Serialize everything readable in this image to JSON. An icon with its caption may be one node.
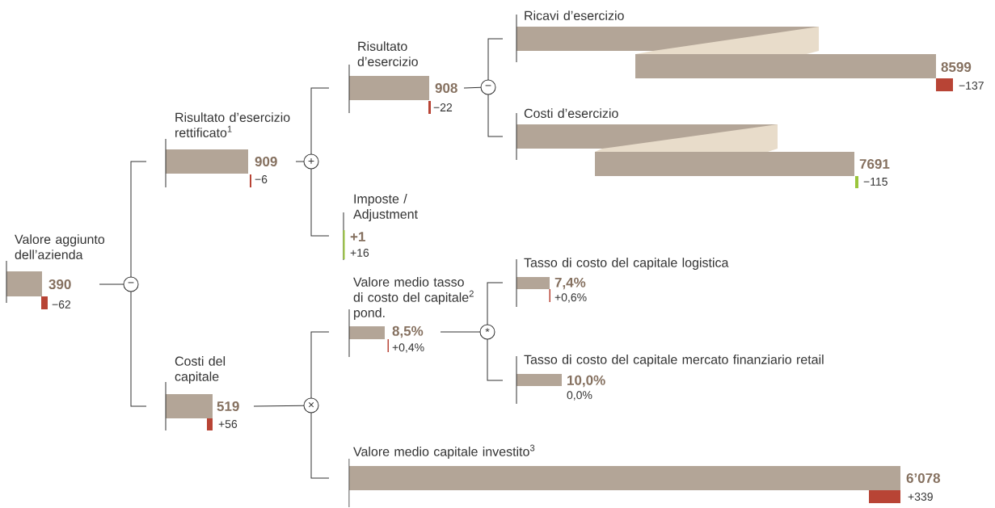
{
  "diagram": {
    "nodes": [
      {
        "text": [
          "Valore aggiunto dell’azienda",
          "390",
          "−62"
        ]
      },
      {
        "text": [
          "−"
        ]
      },
      {
        "text": [
          "Risultato d’esercizio rettificato$^{1}$",
          "909",
          "−6"
        ]
      },
      {
        "text": [
          "+"
        ]
      },
      {
        "text": [
          "Risultato d’esercizio",
          "908",
          "−22"
        ]
      },
      {
        "text": [
          "−"
        ]
      },
      {
        "text": [
          "Ricavi d’esercizio",
          "8599",
          "−137"
        ]
      },
      {
        "text": [
          "Costi d’esercizio",
          "7691",
          "−115"
        ]
      },
      {
        "text": [
          "Imposte / Adjustment",
          "+1",
          "+16"
        ]
      },
      {
        "text": [
          "Costi del capitale",
          "519",
          "+56"
        ]
      },
      {
        "text": [
          "×"
        ]
      },
      {
        "text": [
          "Valore medio tasso di costo del capitale$^{2}$ pond.",
          "8,5%",
          "+0,4%"
        ]
      },
      {
        "text": [
          "*"
        ]
      },
      {
        "text": [
          "Tasso di costo del capitale logistica",
          "7,4%",
          "+0,6%"
        ]
      },
      {
        "text": [
          "Tasso di costo del capitale mercato finanziario retail",
          "10,0%",
          "0,0%"
        ]
      },
      {
        "text": [
          "Valore medio capitale investito$^{3}$",
          "6’078",
          "+339"
        ]
      }
    ],
    "edges": [
      {
        "from": 0,
        "to": 1,
        "arrow": "none"
      },
      {
        "from": 1,
        "to": 2,
        "arrow": "none"
      },
      {
        "from": 1,
        "to": 9,
        "arrow": "none"
      },
      {
        "from": 2,
        "to": 3,
        "arrow": "none"
      },
      {
        "from": 3,
        "to": 4,
        "arrow": "none"
      },
      {
        "from": 3,
        "to": 8,
        "arrow": "none"
      },
      {
        "from": 4,
        "to": 5,
        "arrow": "none"
      },
      {
        "from": 5,
        "to": 6,
        "arrow": "none"
      },
      {
        "from": 5,
        "to": 7,
        "arrow": "none"
      },
      {
        "from": 9,
        "to": 10,
        "arrow": "none"
      },
      {
        "from": 10,
        "to": 11,
        "arrow": "none"
      },
      {
        "from": 10,
        "to": 15,
        "arrow": "none"
      },
      {
        "from": 11,
        "to": 12,
        "arrow": "none"
      },
      {
        "from": 12,
        "to": 13,
        "arrow": "none"
      },
      {
        "from": 12,
        "to": 14,
        "arrow": "none"
      }
    ]
  }
}
